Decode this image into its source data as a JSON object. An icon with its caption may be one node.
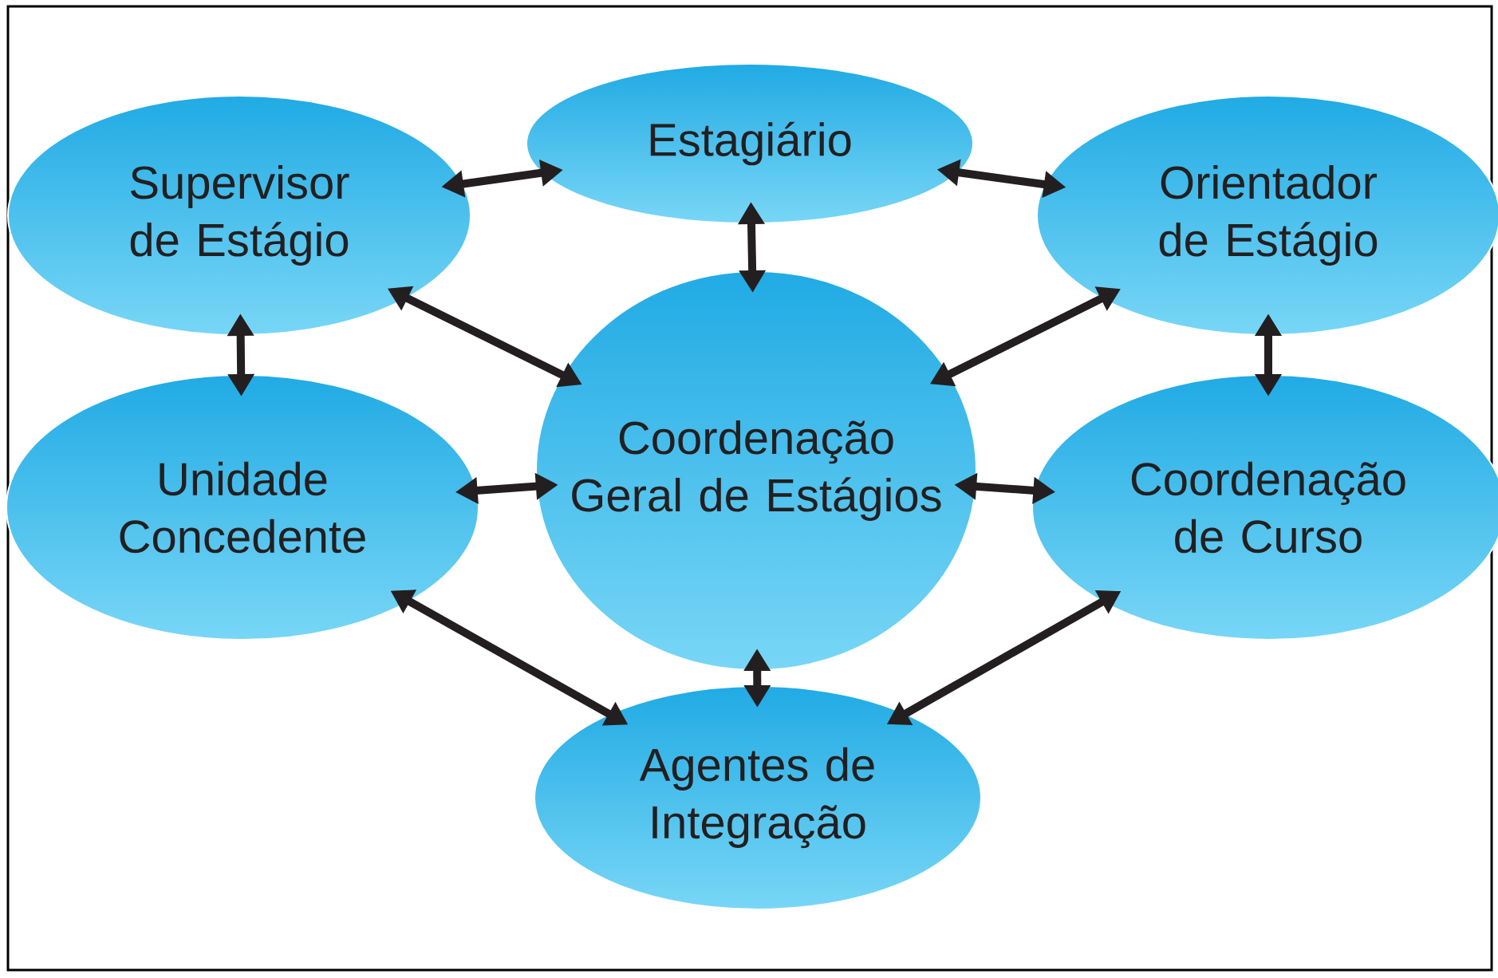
{
  "diagram": {
    "nodes": [
      {
        "text": [
          "Estagiário"
        ]
      },
      {
        "text": [
          "Supervisor de Estágio"
        ]
      },
      {
        "text": [
          "Orientador de Estágio"
        ]
      },
      {
        "text": [
          "Coordenação Geral de Estágios"
        ]
      },
      {
        "text": [
          "Unidade Concedente"
        ]
      },
      {
        "text": [
          "Coordenação de Curso"
        ]
      },
      {
        "text": [
          "Agentes de Integração"
        ]
      }
    ],
    "edges": [
      {
        "from": 1,
        "to": 0,
        "arrow": "both"
      },
      {
        "from": 0,
        "to": 2,
        "arrow": "both"
      },
      {
        "from": 0,
        "to": 3,
        "arrow": "both"
      },
      {
        "from": 1,
        "to": 3,
        "arrow": "both"
      },
      {
        "from": 2,
        "to": 3,
        "arrow": "both"
      },
      {
        "from": 1,
        "to": 4,
        "arrow": "both"
      },
      {
        "from": 2,
        "to": 5,
        "arrow": "both"
      },
      {
        "from": 4,
        "to": 3,
        "arrow": "both"
      },
      {
        "from": 3,
        "to": 5,
        "arrow": "both"
      },
      {
        "from": 3,
        "to": 6,
        "arrow": "both"
      },
      {
        "from": 4,
        "to": 6,
        "arrow": "both"
      },
      {
        "from": 6,
        "to": 5,
        "arrow": "both"
      }
    ]
  }
}
